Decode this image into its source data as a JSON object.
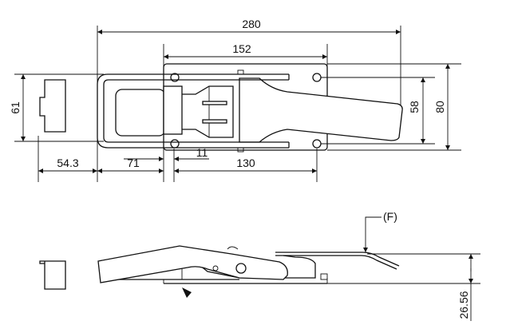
{
  "drawing": {
    "top_view": {
      "dimensions": {
        "overall_length": "280",
        "plate_length": "152",
        "catch_height": "61",
        "hole_spacing": "58",
        "plate_width": "80",
        "catch_offset": "54.3",
        "hasp_offset": "71",
        "hole_inset": "11",
        "hole_pitch": "130"
      }
    },
    "side_view": {
      "force_label": "(F)",
      "height_dimension": "26.56"
    },
    "line_color": "#111111"
  }
}
